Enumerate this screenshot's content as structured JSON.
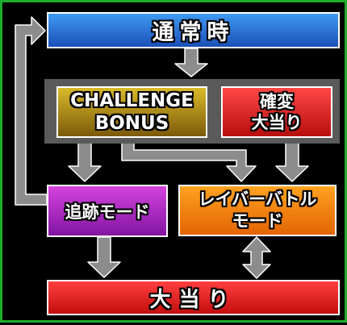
{
  "nodes": {
    "normal": {
      "label": "通常時"
    },
    "bonus": {
      "line1": "CHALLENGE",
      "line2": "BONUS"
    },
    "kakuhen": {
      "line1": "確変",
      "line2": "大当り"
    },
    "chase": {
      "label": "追跡モード"
    },
    "battle": {
      "line1": "レイバーバトル",
      "line2": "モード"
    },
    "jackpot": {
      "label": "大当り"
    }
  },
  "colors": {
    "frame": "#1fae2c",
    "arrow": "#8c8c8c",
    "group": "#5a5a5a"
  }
}
